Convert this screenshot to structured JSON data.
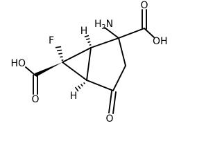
{
  "diagram": {
    "type": "skeletal-structure",
    "atoms": {
      "amino": {
        "main": "H",
        "sub": "2",
        "tail": "N"
      },
      "acid_right": "OH",
      "acid_right_carbonyl": "O",
      "fluorine": "F",
      "acid_left": "HO",
      "acid_left_carbonyl": "O",
      "ketone": "O",
      "stereo_h_top": "H",
      "stereo_h_bottom": "H"
    }
  }
}
